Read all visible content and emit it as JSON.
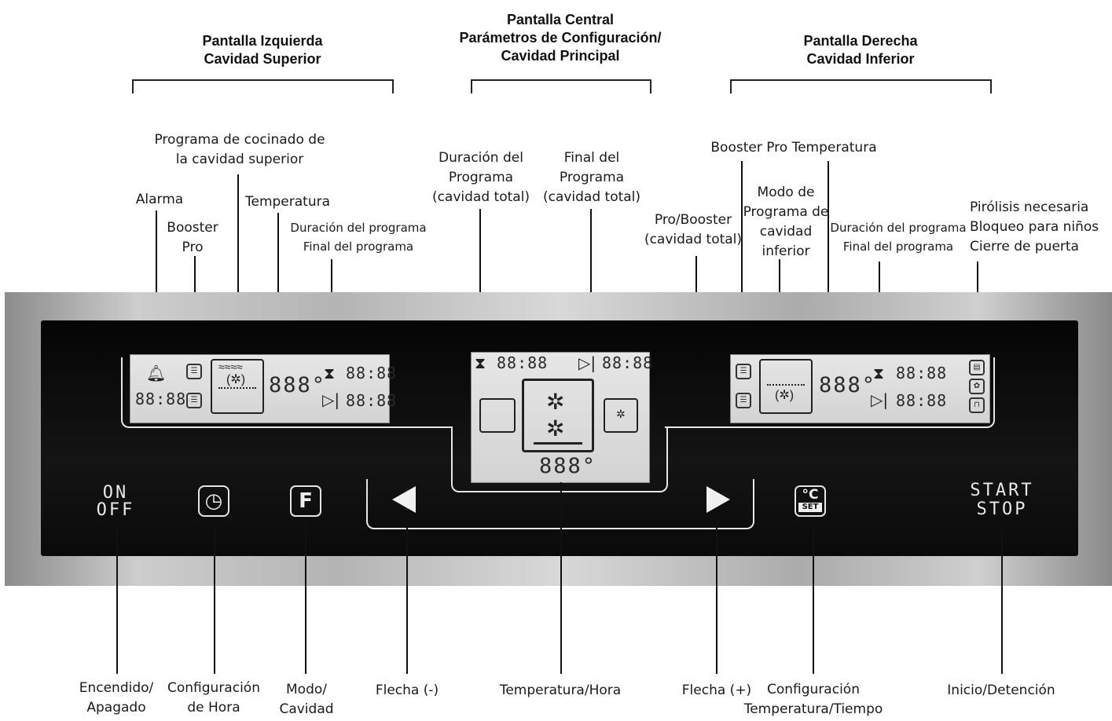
{
  "sections": {
    "left": "Pantalla Izquierda\nCavidad Superior",
    "center": "Pantalla Central\nParámetros de Configuración/\nCavidad Principal",
    "right": "Pantalla Derecha\nCavidad Inferior"
  },
  "top_labels": {
    "upper_program": "Programa de cocinado de\nla cavidad superior",
    "alarm": "Alarma",
    "booster_pro": "Booster\nPro",
    "temperature": "Temperatura",
    "duration_end_left": "Duración del programa\nFinal del programa",
    "duration_total": "Duración del\nPrograma\n(cavidad total)",
    "end_total": "Final del\nPrograma\n(cavidad total)",
    "pro_booster_total": "Pro/Booster\n(cavidad total)",
    "booster_pro_temp": "Booster Pro Temperatura",
    "lower_mode": "Modo de\nPrograma de\ncavidad\ninferior",
    "duration_end_right": "Duración del programa\nFinal del programa",
    "right_status": "Pirólisis necesaria\nBloqueo para niños\nCierre de puerta"
  },
  "bottom_labels": {
    "on_off": "Encendido/\nApagado",
    "clock": "Configuración\nde Hora",
    "mode": "Modo/\nCavidad",
    "arrow_minus": "Flecha (-)",
    "temp_time": "Temperatura/Hora",
    "arrow_plus": "Flecha (+)",
    "set": "Configuración\nTemperatura/Tiempo",
    "start_stop": "Inicio/Detención"
  },
  "buttons": {
    "on": "ON",
    "off": "OFF",
    "start": "START",
    "stop": "STOP",
    "mode_icon": "F",
    "set_deg": "°C",
    "set_label": "SET"
  },
  "displays": {
    "left": {
      "time": "88:88",
      "temp": "888°",
      "duration": "88:88",
      "end": "88:88"
    },
    "center": {
      "duration": "88:88",
      "end": "88:88",
      "temp": "888°"
    },
    "right": {
      "temp": "888°",
      "duration": "88:88",
      "end": "88:88"
    }
  },
  "icons": {
    "alarm": "bell-icon",
    "hourglass": "hourglass-icon",
    "end": "play-end-icon",
    "fan": "fan-icon",
    "pyrolysis": "pyrolysis-icon",
    "child_lock": "child-lock-icon",
    "door_lock": "door-lock-icon"
  }
}
